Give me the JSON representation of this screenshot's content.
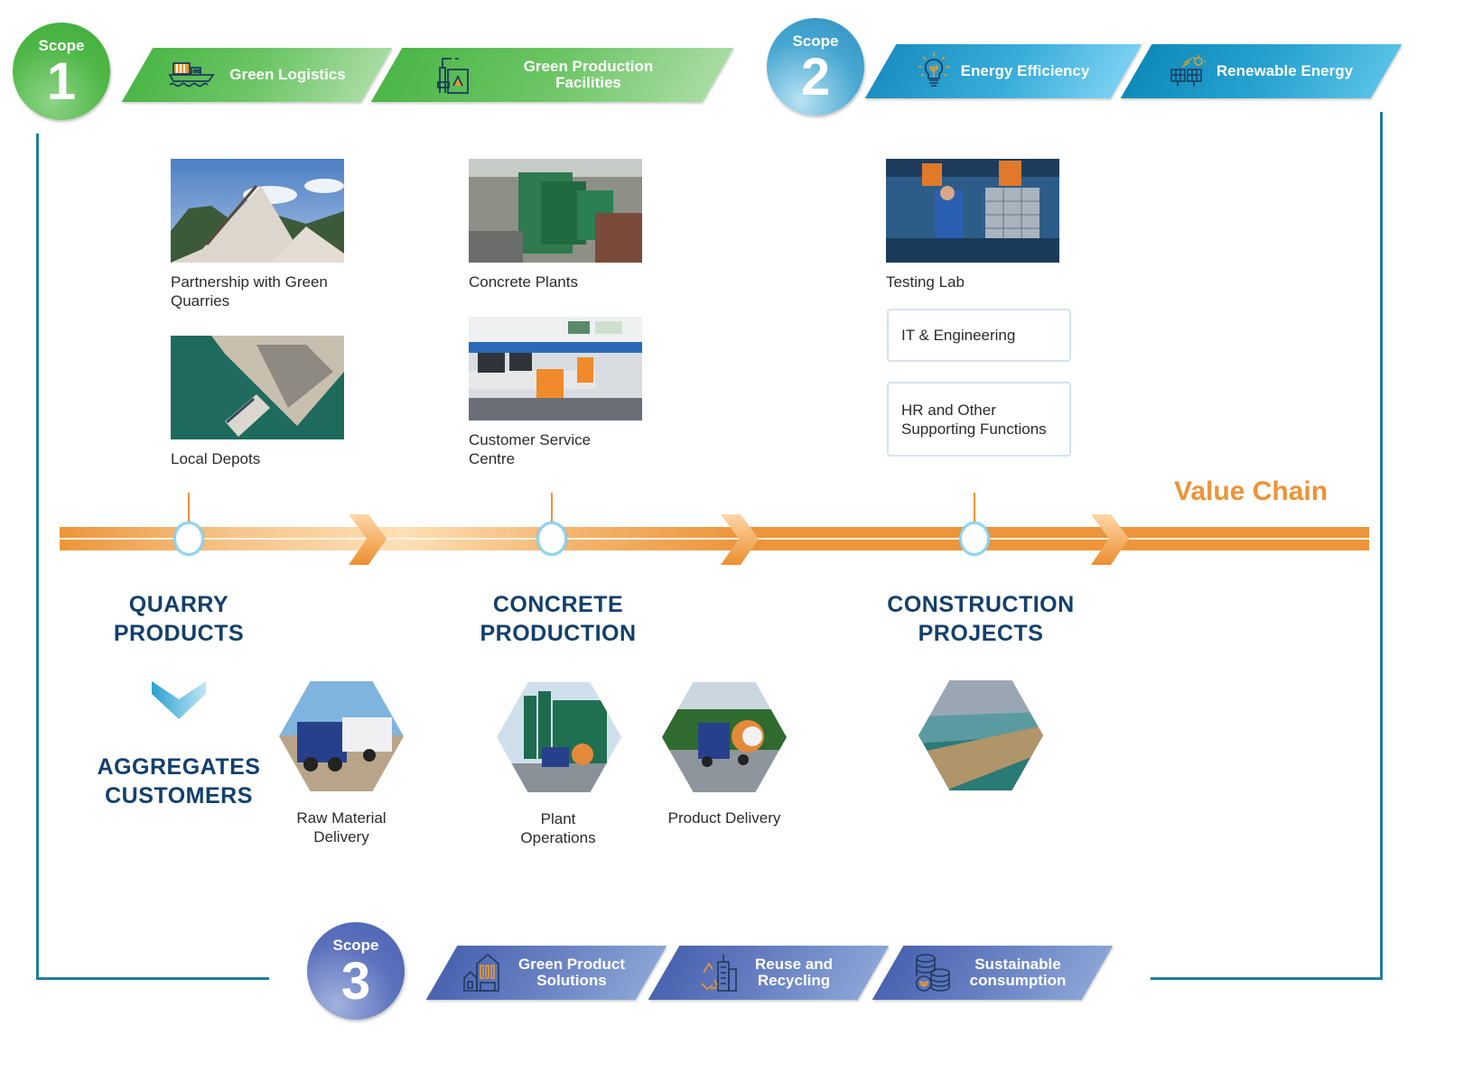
{
  "scopes": {
    "scope1": {
      "label": "Scope",
      "number": "1",
      "color": "#4fb848",
      "initiatives": [
        {
          "label": "Green Logistics",
          "icon": "cargo-ship-icon"
        },
        {
          "label": "Green Production Facilities",
          "icon": "factory-icon"
        }
      ]
    },
    "scope2": {
      "label": "Scope",
      "number": "2",
      "color": "#2b8fc0",
      "initiatives": [
        {
          "label": "Energy Efficiency",
          "icon": "lightbulb-leaf-icon"
        },
        {
          "label": "Renewable Energy",
          "icon": "solar-panel-icon"
        }
      ]
    },
    "scope3": {
      "label": "Scope",
      "number": "3",
      "color": "#4a60b0",
      "initiatives": [
        {
          "label": "Green Product Solutions",
          "icon": "green-building-icon"
        },
        {
          "label": "Reuse and Recycling",
          "icon": "recycle-building-icon"
        },
        {
          "label": "Sustainable consumption",
          "icon": "coin-stack-icon"
        }
      ]
    }
  },
  "facilities": {
    "quarry": [
      {
        "caption": "Partnership with Green Quarries",
        "image": "sand-pile-conveyor-photo"
      },
      {
        "caption": "Local Depots",
        "image": "harbour-depot-aerial-photo"
      }
    ],
    "concrete": [
      {
        "caption": "Concrete Plants",
        "image": "concrete-plant-photo"
      },
      {
        "caption": "Customer Service Centre",
        "image": "control-room-photo"
      }
    ],
    "construction": {
      "photo": {
        "caption": "Testing Lab",
        "image": "testing-lab-photo"
      },
      "boxes": [
        "IT & Engineering",
        "HR and Other Supporting Functions"
      ]
    }
  },
  "value_chain": {
    "label": "Value Chain",
    "color": "#ee9337",
    "stages": [
      {
        "title_line1": "QUARRY",
        "title_line2": "PRODUCTS"
      },
      {
        "title_line1": "CONCRETE",
        "title_line2": "PRODUCTION"
      },
      {
        "title_line1": "CONSTRUCTION",
        "title_line2": "PROJECTS"
      }
    ]
  },
  "downstream": {
    "customers_line1": "AGGREGATES",
    "customers_line2": "CUSTOMERS",
    "operations": [
      {
        "caption_line1": "Raw Material",
        "caption_line2": "Delivery",
        "image": "aggregate-truck-photo"
      },
      {
        "caption_line1": "Plant",
        "caption_line2": "Operations",
        "image": "plant-mixer-truck-photo"
      },
      {
        "caption_line1": "Product Delivery",
        "caption_line2": "",
        "image": "mixer-truck-road-photo"
      },
      {
        "caption_line1": "",
        "caption_line2": "",
        "image": "city-harbour-aerial-photo"
      }
    ]
  }
}
